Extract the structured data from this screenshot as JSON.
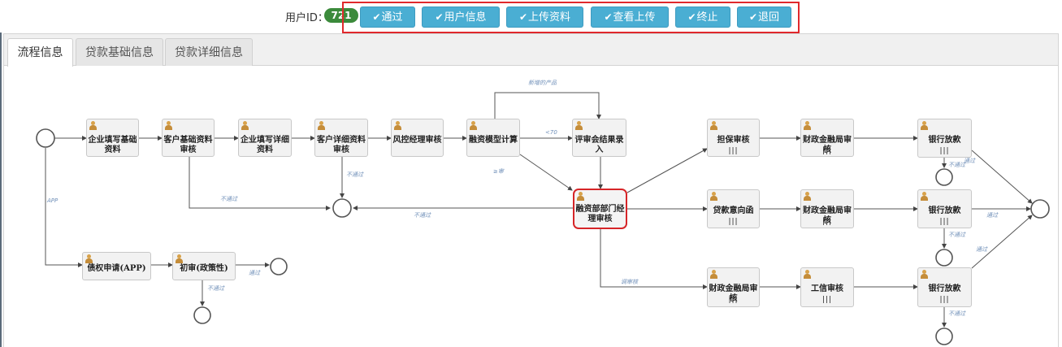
{
  "header": {
    "user_id_label": "用户ID：",
    "user_id_value": "721",
    "buttons": [
      {
        "label": "通过"
      },
      {
        "label": "用户信息"
      },
      {
        "label": "上传资料"
      },
      {
        "label": "查看上传"
      },
      {
        "label": "终止"
      },
      {
        "label": "退回"
      }
    ]
  },
  "tabs": [
    {
      "label": "流程信息",
      "active": true
    },
    {
      "label": "贷款基础信息",
      "active": false
    },
    {
      "label": "贷款详细信息",
      "active": false
    }
  ],
  "flow": {
    "nodes": [
      {
        "label": "企业填写基础资料"
      },
      {
        "label": "客户基础资料审核"
      },
      {
        "label": "企业填写详细资料"
      },
      {
        "label": "客户详细资料审核"
      },
      {
        "label": "风控经理审核"
      },
      {
        "label": "融资模型计算"
      },
      {
        "label": "评审会结果录入"
      },
      {
        "label": "融资部部门经理审核"
      },
      {
        "label": "担保审核",
        "bars": "|||"
      },
      {
        "label": "财政金融局审核",
        "bars": "|||"
      },
      {
        "label": "银行放款",
        "bars": "|||"
      },
      {
        "label": "贷款意向函",
        "bars": "|||"
      },
      {
        "label": "财政金融局审核",
        "bars": "|||"
      },
      {
        "label": "银行放款",
        "bars": "|||"
      },
      {
        "label": "财政金融局审核",
        "bars": "|||"
      },
      {
        "label": "工信审核",
        "bars": "|||"
      },
      {
        "label": "银行放款",
        "bars": "|||"
      },
      {
        "label": "债权申请(APP)"
      },
      {
        "label": "初审(政策性)"
      }
    ],
    "edge_labels": [
      {
        "text": "新增的产品"
      },
      {
        "text": "不通过"
      },
      {
        "text": "不通过"
      },
      {
        "text": "APP"
      },
      {
        "text": "<70"
      },
      {
        "text": "≥审"
      },
      {
        "text": "不通过"
      },
      {
        "text": "通过"
      },
      {
        "text": "不通过"
      },
      {
        "text": "调审核"
      },
      {
        "text": "不通过"
      },
      {
        "text": "通过"
      },
      {
        "text": "不通过"
      },
      {
        "text": "通过"
      },
      {
        "text": "不通过"
      },
      {
        "text": "通过"
      }
    ]
  }
}
